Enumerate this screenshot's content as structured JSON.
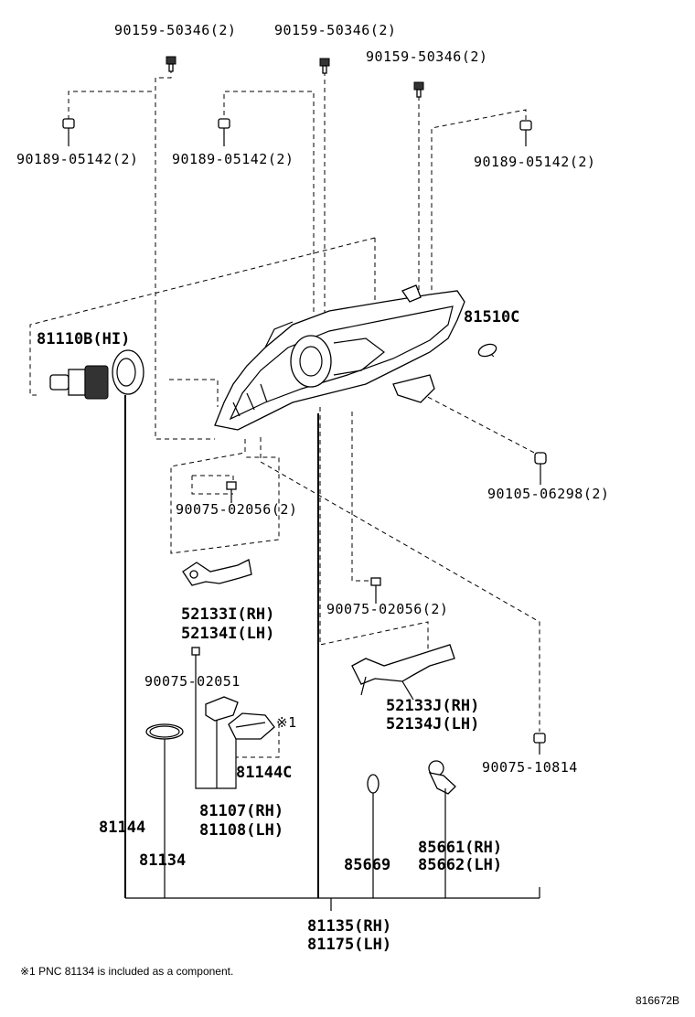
{
  "diagram": {
    "callouts": {
      "bolt_a": "90159-50346(2)",
      "bolt_b": "90159-50346(2)",
      "bolt_c": "90159-50346(2)",
      "screw_a": "90189-05142(2)",
      "screw_b": "90189-05142(2)",
      "screw_c": "90189-05142(2)",
      "bulb_hi": "81110B(HI)",
      "side_bulb": "81510C",
      "clip_right": "90105-06298(2)",
      "screw_bracket_left": "90075-02056(2)",
      "bracket_left_rh": "52133I(RH)",
      "bracket_left_lh": "52134I(LH)",
      "screw_bracket_right": "90075-02056(2)",
      "screw_small": "90075-02051",
      "bracket_right_rh": "52133J(RH)",
      "bracket_right_lh": "52134J(LH)",
      "screw_lower": "90075-10814",
      "note_mark": "※1",
      "cover_part": "81144C",
      "gasket_label": "81144",
      "oring_label": "81134",
      "ballast_rh": "81107(RH)",
      "ballast_lh": "81108(LH)",
      "socket_label": "85669",
      "bulb_socket_rh": "85661(RH)",
      "bulb_socket_lh": "85662(LH)",
      "assembly_rh": "81135(RH)",
      "assembly_lh": "81175(LH)"
    },
    "footnote": "※1  PNC 81134 is included as a component.",
    "figure_code": "816672B"
  }
}
